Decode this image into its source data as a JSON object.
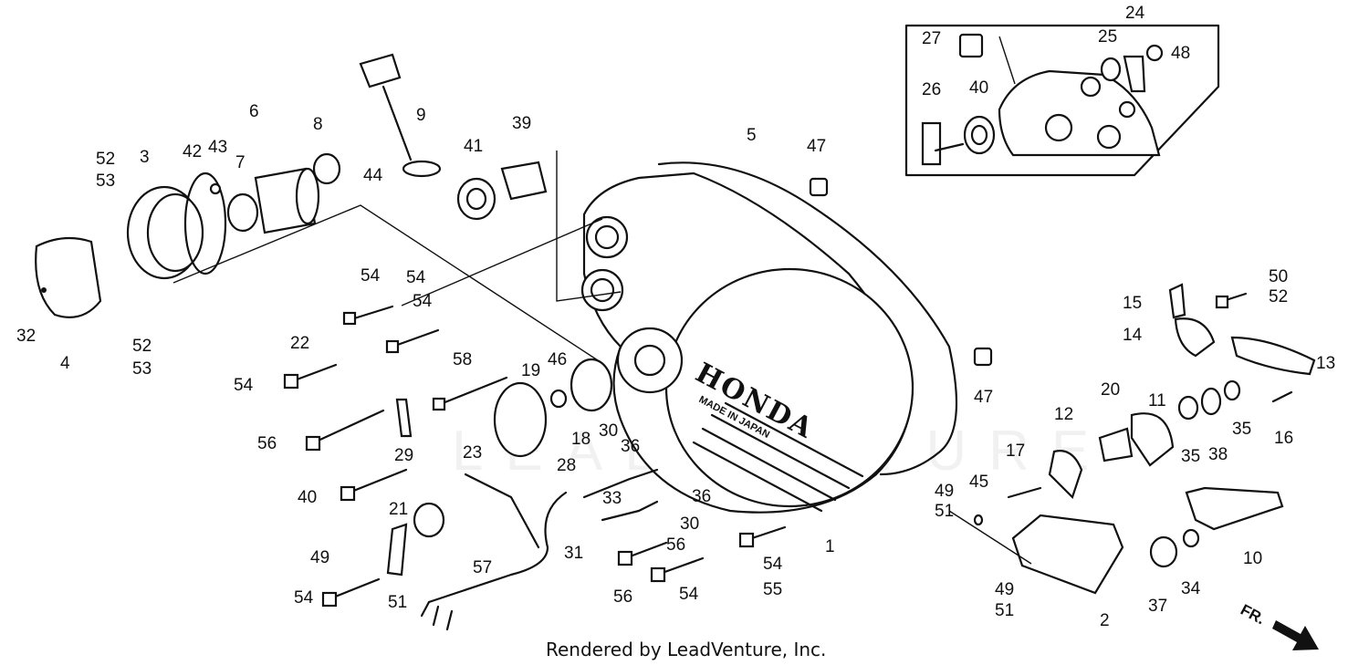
{
  "diagram": {
    "cover_brand": "HONDA",
    "cover_made_in": "MADE IN JAPAN",
    "watermark": "LEADVENTURE",
    "credit": "Rendered by LeadVenture, Inc.",
    "direction_label": "FR."
  },
  "callouts": [
    {
      "id": "c52a",
      "text": "52"
    },
    {
      "id": "c53a",
      "text": "53"
    },
    {
      "id": "c3",
      "text": "3"
    },
    {
      "id": "c42",
      "text": "42"
    },
    {
      "id": "c43",
      "text": "43"
    },
    {
      "id": "c6",
      "text": "6"
    },
    {
      "id": "c7",
      "text": "7"
    },
    {
      "id": "c8",
      "text": "8"
    },
    {
      "id": "c9",
      "text": "9"
    },
    {
      "id": "c44",
      "text": "44"
    },
    {
      "id": "c41",
      "text": "41"
    },
    {
      "id": "c39",
      "text": "39"
    },
    {
      "id": "c5",
      "text": "5"
    },
    {
      "id": "c47a",
      "text": "47"
    },
    {
      "id": "c27",
      "text": "27"
    },
    {
      "id": "c24",
      "text": "24"
    },
    {
      "id": "c25",
      "text": "25"
    },
    {
      "id": "c48",
      "text": "48"
    },
    {
      "id": "c26",
      "text": "26"
    },
    {
      "id": "c40a",
      "text": "40"
    },
    {
      "id": "c32",
      "text": "32"
    },
    {
      "id": "c4",
      "text": "4"
    },
    {
      "id": "c52b",
      "text": "52"
    },
    {
      "id": "c53b",
      "text": "53"
    },
    {
      "id": "c54a",
      "text": "54"
    },
    {
      "id": "c54b",
      "text": "54"
    },
    {
      "id": "c22",
      "text": "22"
    },
    {
      "id": "c54c",
      "text": "54"
    },
    {
      "id": "c58",
      "text": "58"
    },
    {
      "id": "c19",
      "text": "19"
    },
    {
      "id": "c46",
      "text": "46"
    },
    {
      "id": "c18",
      "text": "18"
    },
    {
      "id": "c56a",
      "text": "56"
    },
    {
      "id": "c29",
      "text": "29"
    },
    {
      "id": "c30a",
      "text": "30"
    },
    {
      "id": "c36a",
      "text": "36"
    },
    {
      "id": "c23",
      "text": "23"
    },
    {
      "id": "c28",
      "text": "28"
    },
    {
      "id": "c33",
      "text": "33"
    },
    {
      "id": "c36b",
      "text": "36"
    },
    {
      "id": "c30b",
      "text": "30"
    },
    {
      "id": "c56b",
      "text": "56"
    },
    {
      "id": "c40b",
      "text": "40"
    },
    {
      "id": "c21",
      "text": "21"
    },
    {
      "id": "c49a",
      "text": "49"
    },
    {
      "id": "c57",
      "text": "57"
    },
    {
      "id": "c31",
      "text": "31"
    },
    {
      "id": "c56c",
      "text": "56"
    },
    {
      "id": "c54d",
      "text": "54"
    },
    {
      "id": "c51a",
      "text": "51"
    },
    {
      "id": "c54e",
      "text": "54"
    },
    {
      "id": "c54f",
      "text": "54"
    },
    {
      "id": "c54g",
      "text": "54"
    },
    {
      "id": "c55",
      "text": "55"
    },
    {
      "id": "c1",
      "text": "1"
    },
    {
      "id": "c47b",
      "text": "47"
    },
    {
      "id": "c15",
      "text": "15"
    },
    {
      "id": "c50",
      "text": "50"
    },
    {
      "id": "c52c",
      "text": "52"
    },
    {
      "id": "c14",
      "text": "14"
    },
    {
      "id": "c13",
      "text": "13"
    },
    {
      "id": "c12",
      "text": "12"
    },
    {
      "id": "c20",
      "text": "20"
    },
    {
      "id": "c11",
      "text": "11"
    },
    {
      "id": "c35a",
      "text": "35"
    },
    {
      "id": "c38",
      "text": "38"
    },
    {
      "id": "c35b",
      "text": "35"
    },
    {
      "id": "c16",
      "text": "16"
    },
    {
      "id": "c17",
      "text": "17"
    },
    {
      "id": "c45",
      "text": "45"
    },
    {
      "id": "c49b",
      "text": "49"
    },
    {
      "id": "c51b",
      "text": "51"
    },
    {
      "id": "c10",
      "text": "10"
    },
    {
      "id": "c49c",
      "text": "49"
    },
    {
      "id": "c51c",
      "text": "51"
    },
    {
      "id": "c2",
      "text": "2"
    },
    {
      "id": "c37",
      "text": "37"
    },
    {
      "id": "c34",
      "text": "34"
    }
  ]
}
